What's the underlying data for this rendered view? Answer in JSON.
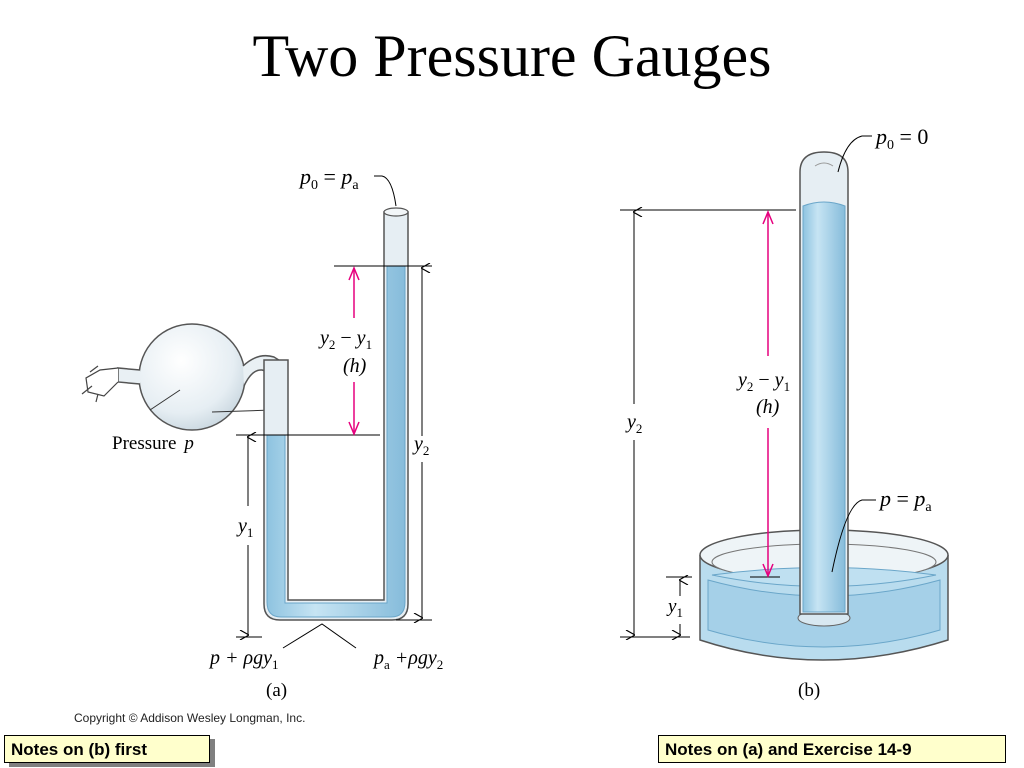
{
  "slide": {
    "title": "Two Pressure Gauges"
  },
  "figure_a": {
    "caption": "(a)",
    "top_label": {
      "lhs": "p",
      "lhs_sub": "0",
      "eq": " = ",
      "rhs": "p",
      "rhs_sub": "a"
    },
    "h_label": {
      "line1_a": "y",
      "line1_a_sub": "2",
      "line1_minus": " − ",
      "line1_b": "y",
      "line1_b_sub": "1",
      "line2": "(h)"
    },
    "y2_label": {
      "text": "y",
      "sub": "2"
    },
    "y1_label": {
      "text": "y",
      "sub": "1"
    },
    "pressure_label": {
      "text": "Pressure",
      "var": "p"
    },
    "left_bottom_label": {
      "text": "p + ρgy",
      "sub": "1"
    },
    "right_bottom_label": {
      "p": "p",
      "p_sub": "a",
      "rest": " +ρgy",
      "rest_sub": "2"
    }
  },
  "figure_b": {
    "caption": "(b)",
    "top_label": {
      "text": "p",
      "sub": "0",
      "rest": " = 0"
    },
    "h_label": {
      "line1_a": "y",
      "line1_a_sub": "2",
      "line1_minus": " − ",
      "line1_b": "y",
      "line1_b_sub": "1",
      "line2": "(h)"
    },
    "y2_label": {
      "text": "y",
      "sub": "2"
    },
    "y1_label": {
      "text": "y",
      "sub": "1"
    },
    "pa_label": {
      "p": "p",
      "eq": " = ",
      "pa": "p",
      "pa_sub": "a"
    }
  },
  "copyright": "Copyright © Addison Wesley Longman, Inc.",
  "buttons": {
    "notes_b": "Notes on (b) first",
    "notes_a": "Notes on (a) and Exercise 14-9"
  },
  "colors": {
    "fluid": "#a9d4ea",
    "fluid_dark": "#7fb6d6",
    "glass": "#d9e6ee",
    "arrow_magenta": "#e6007e",
    "button_bg": "#ffffcc"
  }
}
